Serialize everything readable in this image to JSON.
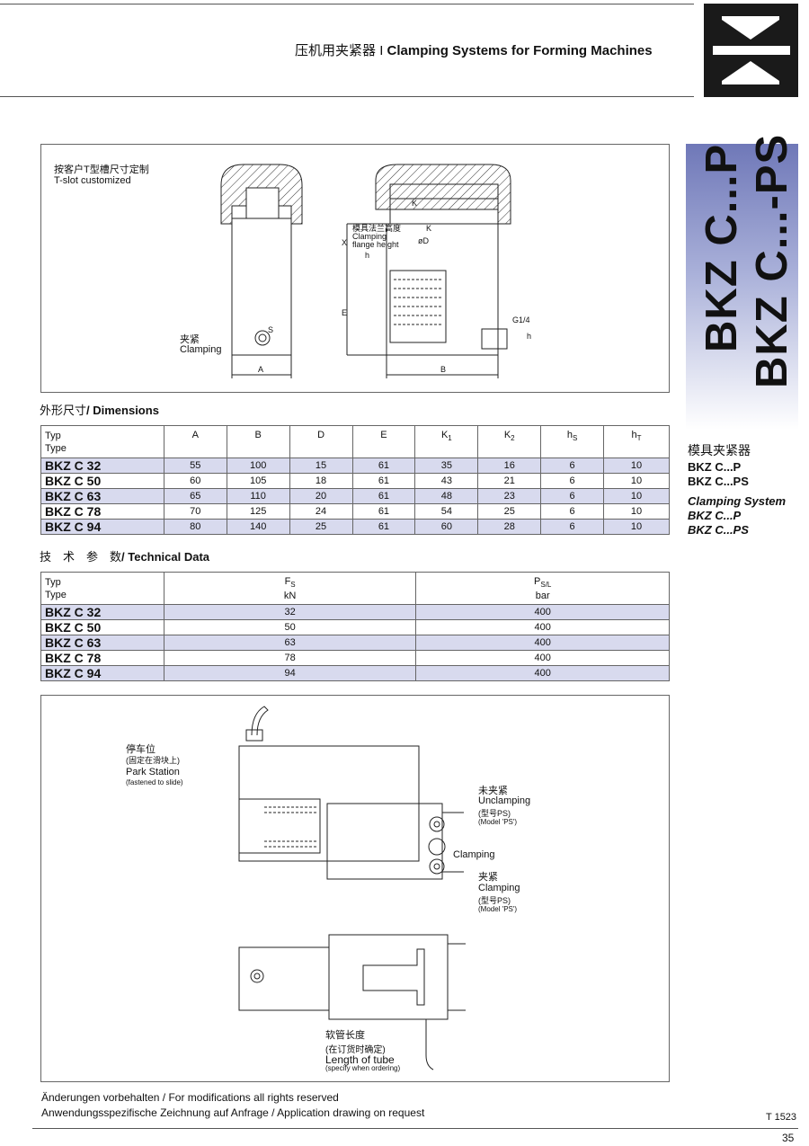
{
  "header": {
    "title_cn": "压机用夹紧器",
    "title_sep": "I",
    "title_en": "Clamping Systems for Forming Machines"
  },
  "side": {
    "vertical_1": "BKZ C...P",
    "vertical_2": "BKZ C...-PS",
    "cn_label": "模具夹紧器",
    "lines_1": [
      "BKZ C...P",
      "BKZ C...PS"
    ],
    "lines_2": [
      "Clamping System",
      "BKZ C...P",
      "BKZ C...PS"
    ]
  },
  "drawing1": {
    "tslot_cn": "按客户T型槽尺寸定制",
    "tslot_en": "T-slot customized",
    "clamping_cn": "夹紧",
    "clamping_en": "Clamping",
    "flange_cn": "模具法兰高度",
    "flange_en1": "Clamping",
    "flange_en2": "flange height",
    "dims": {
      "A": "A",
      "B": "B",
      "E": "E",
      "X": "X",
      "S": "S",
      "K1": "K",
      "K2": "K",
      "D": "øD",
      "G": "G1/4",
      "hS": "h",
      "hT": "h"
    }
  },
  "dimensions": {
    "title_cn": "外形尺寸",
    "title_en": "/ Dimensions",
    "header": {
      "typ": "Typ",
      "type": "Type",
      "cols": [
        "A",
        "B",
        "D",
        "E",
        "K",
        "K",
        "h",
        "h"
      ],
      "subs": [
        "",
        "",
        "",
        "",
        "1",
        "2",
        "S",
        "T"
      ]
    },
    "rows": [
      {
        "name": "BKZ C 32",
        "vals": [
          "55",
          "100",
          "15",
          "61",
          "35",
          "16",
          "6",
          "10"
        ]
      },
      {
        "name": "BKZ C 50",
        "vals": [
          "60",
          "105",
          "18",
          "61",
          "43",
          "21",
          "6",
          "10"
        ]
      },
      {
        "name": "BKZ C 63",
        "vals": [
          "65",
          "110",
          "20",
          "61",
          "48",
          "23",
          "6",
          "10"
        ]
      },
      {
        "name": "BKZ C 78",
        "vals": [
          "70",
          "125",
          "24",
          "61",
          "54",
          "25",
          "6",
          "10"
        ]
      },
      {
        "name": "BKZ C 94",
        "vals": [
          "80",
          "140",
          "25",
          "61",
          "60",
          "28",
          "6",
          "10"
        ]
      }
    ]
  },
  "technical": {
    "title_cn": "技　术　参　数",
    "title_en": "/ Technical Data",
    "header": {
      "typ": "Typ",
      "type": "Type",
      "fs": "F",
      "fs_sub": "S",
      "fs_unit": "kN",
      "ps": "P",
      "ps_sub": "S/L",
      "ps_unit": "bar"
    },
    "rows": [
      {
        "name": "BKZ C 32",
        "fs": "32",
        "ps": "400"
      },
      {
        "name": "BKZ C 50",
        "fs": "50",
        "ps": "400"
      },
      {
        "name": "BKZ C 63",
        "fs": "63",
        "ps": "400"
      },
      {
        "name": "BKZ C 78",
        "fs": "78",
        "ps": "400"
      },
      {
        "name": "BKZ C 94",
        "fs": "94",
        "ps": "400"
      }
    ]
  },
  "drawing2": {
    "park_cn": "停车位",
    "park_cn2": "(固定在滑块上)",
    "park_en": "Park Station",
    "park_en2": "(fastened to slide)",
    "unclamp_cn": "未夹紧",
    "unclamp_en": "Unclamping",
    "unclamp_cn2": "(型号PS)",
    "unclamp_en2": "(Model 'PS')",
    "clamping_mid": "Clamping",
    "clamp_cn": "夹紧",
    "clamp_en": "Clamping",
    "clamp_cn2": "(型号PS)",
    "clamp_en2": "(Model 'PS')",
    "tube_cn": "软管长度",
    "tube_cn2": "(在订货时确定)",
    "tube_en": "Length of tube",
    "tube_en2": "(specify when ordering)"
  },
  "footer": {
    "line1": "Änderungen vorbehalten / For modifications all rights reserved",
    "line2": "Anwendungsspezifische Zeichnung auf Anfrage / Application drawing on request",
    "doc_no": "T 1523",
    "page": "35"
  }
}
